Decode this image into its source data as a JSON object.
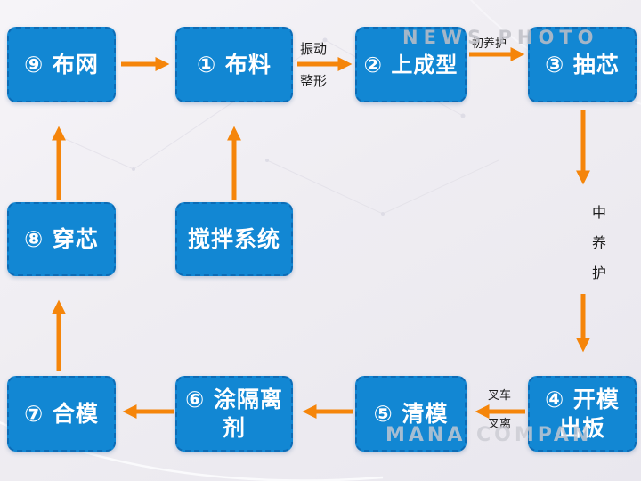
{
  "colors": {
    "node_fill": "#1287d3",
    "node_border": "#0c6cb6",
    "node_text": "#ffffff",
    "arrow": "#f5850a",
    "edge_label_text": "#1c1c1c",
    "watermark": "#c3c3c9"
  },
  "nodes": [
    {
      "id": "step-9",
      "label": "⑨ 布网"
    },
    {
      "id": "step-1",
      "label": "① 布料"
    },
    {
      "id": "step-2",
      "label": "② 上成型"
    },
    {
      "id": "step-3",
      "label": "③ 抽芯"
    },
    {
      "id": "step-8",
      "label": "⑧ 穿芯"
    },
    {
      "id": "mixing-system",
      "label": "搅拌系统"
    },
    {
      "id": "step-7",
      "label": "⑦ 合模"
    },
    {
      "id": "step-6",
      "label": "⑥ 涂隔离剂"
    },
    {
      "id": "step-5",
      "label": "⑤ 清模"
    },
    {
      "id": "step-4",
      "label": "④ 开模出板"
    }
  ],
  "edge_labels": {
    "vibration_shaping_line1": "振动",
    "vibration_shaping_line2": "整形",
    "initial_curing": "初养护",
    "intermediate_curing": "中养护",
    "forklift_line1": "叉车",
    "forklift_line2": "叉离"
  },
  "watermarks": {
    "top_right": "NEWS PHOTO",
    "bottom_right": "MANA COMPAN"
  }
}
